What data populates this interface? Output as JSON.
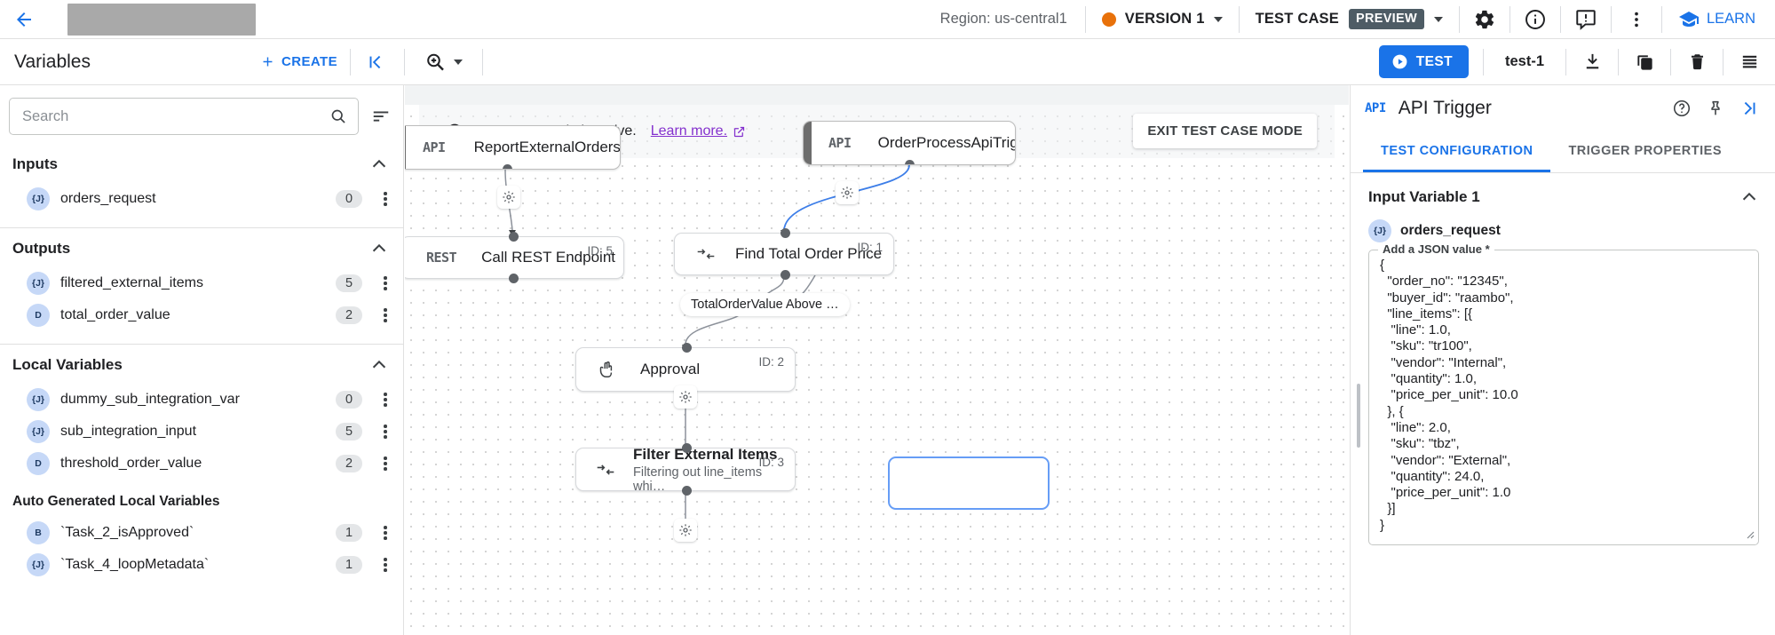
{
  "topbar": {
    "back_icon": "arrow-left-icon",
    "region": "Region: us-central1",
    "version_label": "VERSION 1",
    "version_dot_color": "#e8710a",
    "testcase_label": "TEST CASE",
    "preview_badge": "PREVIEW",
    "icons": [
      "gear-icon",
      "info-icon",
      "feedback-icon",
      "more-vert-icon"
    ],
    "learn_label": "LEARN"
  },
  "secondbar": {
    "variables_title": "Variables",
    "create_label": "CREATE",
    "collapse_icon": "collapse-left-icon",
    "zoom_icon": "zoom-in-icon",
    "test_label": "TEST",
    "test_case_name": "test-1",
    "tools": [
      "download-icon",
      "copy-icon",
      "delete-icon",
      "list-icon"
    ]
  },
  "sidebar": {
    "search_placeholder": "Search",
    "search_value": "",
    "search_icon": "search-icon",
    "sort_icon": "sort-icon",
    "sections": [
      {
        "title": "Inputs",
        "items": [
          {
            "badge": "{J}",
            "name": "orders_request",
            "count": "0"
          }
        ]
      },
      {
        "title": "Outputs",
        "items": [
          {
            "badge": "{J}",
            "name": "filtered_external_items",
            "count": "5"
          },
          {
            "badge": "D",
            "name": "total_order_value",
            "count": "2"
          }
        ]
      },
      {
        "title": "Local Variables",
        "items": [
          {
            "badge": "{J}",
            "name": "dummy_sub_integration_var",
            "count": "0"
          },
          {
            "badge": "{J}",
            "name": "sub_integration_input",
            "count": "5"
          },
          {
            "badge": "D",
            "name": "threshold_order_value",
            "count": "2"
          }
        ]
      }
    ],
    "auto_generated_title": "Auto Generated Local Variables",
    "auto_generated_items": [
      {
        "badge": "B",
        "name": "`Task_2_isApproved`",
        "count": "1"
      },
      {
        "badge": "{J}",
        "name": "`Task_4_loopMetadata`",
        "count": "1"
      }
    ]
  },
  "canvas": {
    "banner_text": "Test case mode is active.",
    "banner_link": "Learn more.",
    "banner_info_icon": "info-icon",
    "banner_external_icon": "external-link-icon",
    "exit_label": "EXIT TEST CASE MODE",
    "nodes": [
      {
        "type": "API",
        "label": "ReportExternalOrders",
        "id": "",
        "sub": "",
        "icon": "api-icon"
      },
      {
        "type": "API",
        "label": "OrderProcessApiTrigger",
        "id": "",
        "sub": "",
        "icon": "api-icon"
      },
      {
        "type": "REST",
        "label": "Call REST Endpoint",
        "id": "ID: 5",
        "sub": "",
        "icon": "rest-icon"
      },
      {
        "type": "",
        "label": "Find Total Order Price",
        "id": "ID: 1",
        "sub": "",
        "icon": "data-mapping-icon"
      },
      {
        "type": "",
        "label": "Approval",
        "id": "ID: 2",
        "sub": "",
        "icon": "hand-icon"
      },
      {
        "type": "",
        "label": "Filter External Items",
        "id": "ID: 3",
        "sub": "Filtering out line_items whi…",
        "icon": "data-mapping-icon"
      }
    ],
    "edge_label": "TotalOrderValue Above …",
    "gear_icon": "gear-icon"
  },
  "rightpanel": {
    "api_tag": "API",
    "title": "API Trigger",
    "head_icons": [
      "help-icon",
      "pin-icon",
      "collapse-right-icon"
    ],
    "tabs": [
      {
        "label": "TEST CONFIGURATION",
        "active": true
      },
      {
        "label": "TRIGGER PROPERTIES",
        "active": false
      }
    ],
    "input_variable_title": "Input Variable 1",
    "variable_badge": "{J}",
    "variable_name": "orders_request",
    "json_legend": "Add a JSON value *",
    "json_value": "{\n  \"order_no\": \"12345\",\n  \"buyer_id\": \"raambo\",\n  \"line_items\": [{\n   \"line\": 1.0,\n   \"sku\": \"tr100\",\n   \"vendor\": \"Internal\",\n   \"quantity\": 1.0,\n   \"price_per_unit\": 10.0\n  }, {\n   \"line\": 2.0,\n   \"sku\": \"tbz\",\n   \"vendor\": \"External\",\n   \"quantity\": 24.0,\n   \"price_per_unit\": 1.0\n  }]\n}"
  },
  "colors": {
    "accent": "#1a73e8",
    "orange": "#e8710a",
    "link_purple": "#8430ce"
  }
}
